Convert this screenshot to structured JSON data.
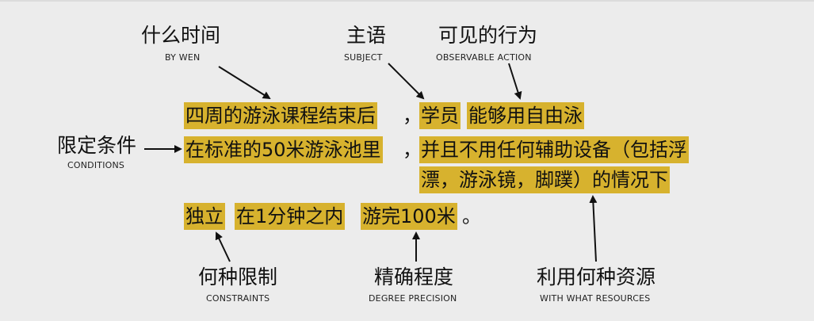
{
  "labels": {
    "when": {
      "zh": "什么时间",
      "en": "BY WEN"
    },
    "subject": {
      "zh": "主语",
      "en": "SUBJECT"
    },
    "action": {
      "zh": "可见的行为",
      "en": "OBSERVABLE ACTION"
    },
    "conditions": {
      "zh": "限定条件",
      "en": "CONDITIONS"
    },
    "constraints": {
      "zh": "何种限制",
      "en": "CONSTRAINTS"
    },
    "precision": {
      "zh": "精确程度",
      "en": "DEGREE PRECISION"
    },
    "resources": {
      "zh": "利用何种资源",
      "en": "WITH WHAT RESOURCES"
    }
  },
  "sentence": {
    "time": "四周的游泳课程结束后",
    "comma1": "，",
    "subject": "学员",
    "action": "能够用自由泳",
    "place": "在标准的50米游泳池里",
    "comma2": "，",
    "resource_line1": "并且不用任何辅助设备（包括浮",
    "resource_line2": "漂，游泳镜，脚蹼）的情况下",
    "constraint1": "独立",
    "constraint2": "在1分钟之内",
    "precision": "游完100米",
    "period": "。"
  },
  "colors": {
    "highlight": "#d7b22e",
    "background": "#ececec",
    "text": "#111111"
  }
}
